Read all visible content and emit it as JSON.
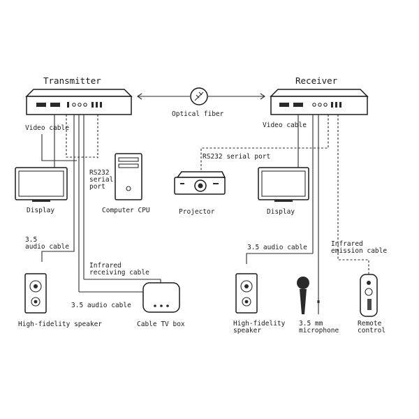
{
  "transmitter": {
    "title": "Transmitter",
    "video_cable": "Video cable",
    "display": "Display",
    "rs232": [
      "RS232",
      "serial",
      "port"
    ],
    "computer": "Computer CPU",
    "audio_left": [
      "3.5",
      "audio cable"
    ],
    "infrared_rx": [
      "Infrared",
      "receiving cable"
    ],
    "audio_bottom": "3.5 audio cable",
    "speaker": "High-fidelity speaker",
    "cable_tv": "Cable TV box"
  },
  "link": {
    "optical": "Optical fiber"
  },
  "receiver": {
    "title": "Receiver",
    "video_cable": "Video cable",
    "rs232": "RS232 serial port",
    "projector": "Projector",
    "display": "Display",
    "audio": "3.5 audio cable",
    "infrared_tx": [
      "Infrared",
      "emission cable"
    ],
    "speaker": [
      "High-fidelity",
      "speaker"
    ],
    "microphone": [
      "3.5 mm",
      "microphone"
    ],
    "remote": [
      "Remote",
      "control"
    ]
  }
}
